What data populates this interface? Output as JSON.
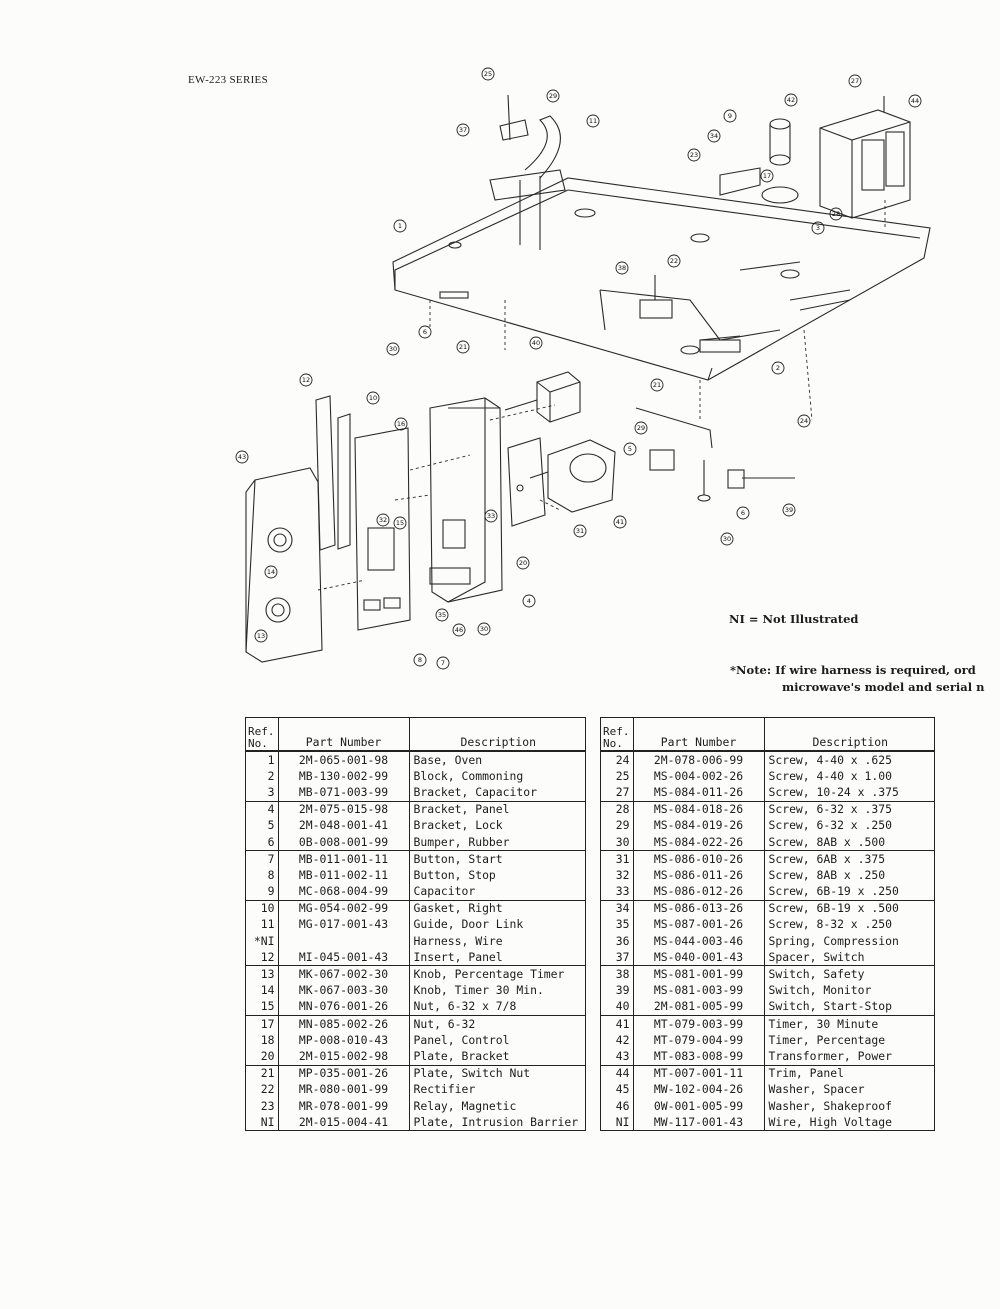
{
  "header": {
    "series_label": "EW-223 SERIES"
  },
  "notes": {
    "ni_legend": "NI = Not Illustrated",
    "wire_note_line1": "*Note:  If wire harness is required, ord",
    "wire_note_line2": "microwave's model and serial n"
  },
  "callouts": [
    "1",
    "2",
    "3",
    "4",
    "5",
    "6",
    "6",
    "7",
    "8",
    "9",
    "10",
    "11",
    "12",
    "13",
    "14",
    "15",
    "16",
    "17",
    "20",
    "21",
    "21",
    "22",
    "23",
    "24",
    "25",
    "27",
    "28",
    "29",
    "29",
    "30",
    "30",
    "30",
    "31",
    "32",
    "33",
    "34",
    "35",
    "37",
    "38",
    "39",
    "40",
    "41",
    "42",
    "43",
    "44",
    "46"
  ],
  "table_headers": {
    "ref_line1": "Ref.",
    "ref_line2": "No.",
    "part_number": "Part Number",
    "description": "Description"
  },
  "parts_left": [
    {
      "ref": "1",
      "part": "2M-065-001-98",
      "desc": "Base, Oven",
      "grp": false
    },
    {
      "ref": "2",
      "part": "MB-130-002-99",
      "desc": "Block, Commoning",
      "grp": false
    },
    {
      "ref": "3",
      "part": "MB-071-003-99",
      "desc": "Bracket, Capacitor",
      "grp": false
    },
    {
      "ref": "4",
      "part": "2M-075-015-98",
      "desc": "Bracket, Panel",
      "grp": true
    },
    {
      "ref": "5",
      "part": "2M-048-001-41",
      "desc": "Bracket, Lock",
      "grp": false
    },
    {
      "ref": "6",
      "part": "0B-008-001-99",
      "desc": "Bumper, Rubber",
      "grp": false
    },
    {
      "ref": "7",
      "part": "MB-011-001-11",
      "desc": "Button, Start",
      "grp": true
    },
    {
      "ref": "8",
      "part": "MB-011-002-11",
      "desc": "Button, Stop",
      "grp": false
    },
    {
      "ref": "9",
      "part": "MC-068-004-99",
      "desc": "Capacitor",
      "grp": false
    },
    {
      "ref": "10",
      "part": "MG-054-002-99",
      "desc": "Gasket, Right",
      "grp": true
    },
    {
      "ref": "11",
      "part": "MG-017-001-43",
      "desc": "Guide, Door Link",
      "grp": false
    },
    {
      "ref": "*NI",
      "part": "",
      "desc": "Harness, Wire",
      "grp": false
    },
    {
      "ref": "12",
      "part": "MI-045-001-43",
      "desc": "Insert, Panel",
      "grp": false
    },
    {
      "ref": "13",
      "part": "MK-067-002-30",
      "desc": "Knob, Percentage Timer",
      "grp": true
    },
    {
      "ref": "14",
      "part": "MK-067-003-30",
      "desc": "Knob, Timer 30 Min.",
      "grp": false
    },
    {
      "ref": "15",
      "part": "MN-076-001-26",
      "desc": "Nut, 6-32 x 7/8",
      "grp": false
    },
    {
      "ref": "17",
      "part": "MN-085-002-26",
      "desc": "Nut, 6-32",
      "grp": true
    },
    {
      "ref": "18",
      "part": "MP-008-010-43",
      "desc": "Panel, Control",
      "grp": false
    },
    {
      "ref": "20",
      "part": "2M-015-002-98",
      "desc": "Plate, Bracket",
      "grp": false
    },
    {
      "ref": "21",
      "part": "MP-035-001-26",
      "desc": "Plate, Switch Nut",
      "grp": true
    },
    {
      "ref": "22",
      "part": "MR-080-001-99",
      "desc": "Rectifier",
      "grp": false
    },
    {
      "ref": "23",
      "part": "MR-078-001-99",
      "desc": "Relay, Magnetic",
      "grp": false
    },
    {
      "ref": "NI",
      "part": "2M-015-004-41",
      "desc": "Plate, Intrusion Barrier",
      "grp": false
    }
  ],
  "parts_right": [
    {
      "ref": "24",
      "part": "2M-078-006-99",
      "desc": "Screw, 4-40 x .625",
      "grp": false
    },
    {
      "ref": "25",
      "part": "MS-004-002-26",
      "desc": "Screw, 4-40 x 1.00",
      "grp": false
    },
    {
      "ref": "27",
      "part": "MS-084-011-26",
      "desc": "Screw, 10-24 x .375",
      "grp": false
    },
    {
      "ref": "28",
      "part": "MS-084-018-26",
      "desc": "Screw, 6-32 x .375",
      "grp": true
    },
    {
      "ref": "29",
      "part": "MS-084-019-26",
      "desc": "Screw, 6-32 x .250",
      "grp": false
    },
    {
      "ref": "30",
      "part": "MS-084-022-26",
      "desc": "Screw, 8AB x .500",
      "grp": false
    },
    {
      "ref": "31",
      "part": "MS-086-010-26",
      "desc": "Screw, 6AB x .375",
      "grp": true
    },
    {
      "ref": "32",
      "part": "MS-086-011-26",
      "desc": "Screw, 8AB x .250",
      "grp": false
    },
    {
      "ref": "33",
      "part": "MS-086-012-26",
      "desc": "Screw, 6B-19 x .250",
      "grp": false
    },
    {
      "ref": "34",
      "part": "MS-086-013-26",
      "desc": "Screw, 6B-19 x .500",
      "grp": true
    },
    {
      "ref": "35",
      "part": "MS-087-001-26",
      "desc": "Screw, 8-32 x .250",
      "grp": false
    },
    {
      "ref": "36",
      "part": "MS-044-003-46",
      "desc": "Spring, Compression",
      "grp": false
    },
    {
      "ref": "37",
      "part": "MS-040-001-43",
      "desc": "Spacer, Switch",
      "grp": false
    },
    {
      "ref": "38",
      "part": "MS-081-001-99",
      "desc": "Switch, Safety",
      "grp": true
    },
    {
      "ref": "39",
      "part": "MS-081-003-99",
      "desc": "Switch, Monitor",
      "grp": false
    },
    {
      "ref": "40",
      "part": "2M-081-005-99",
      "desc": "Switch, Start-Stop",
      "grp": false
    },
    {
      "ref": "41",
      "part": "MT-079-003-99",
      "desc": "Timer, 30 Minute",
      "grp": true
    },
    {
      "ref": "42",
      "part": "MT-079-004-99",
      "desc": "Timer, Percentage",
      "grp": false
    },
    {
      "ref": "43",
      "part": "MT-083-008-99",
      "desc": "Transformer, Power",
      "grp": false
    },
    {
      "ref": "44",
      "part": "MT-007-001-11",
      "desc": "Trim, Panel",
      "grp": true
    },
    {
      "ref": "45",
      "part": "MW-102-004-26",
      "desc": "Washer, Spacer",
      "grp": false
    },
    {
      "ref": "46",
      "part": "0W-001-005-99",
      "desc": "Washer, Shakeproof",
      "grp": false
    },
    {
      "ref": "NI",
      "part": "MW-117-001-43",
      "desc": "Wire, High Voltage",
      "grp": false
    }
  ]
}
